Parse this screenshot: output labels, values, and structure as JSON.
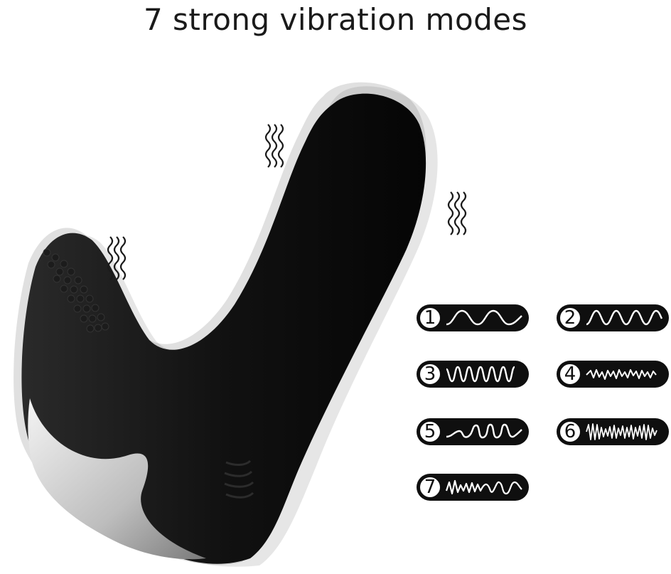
{
  "title": "7 strong vibration modes",
  "modes": [
    {
      "number": "1",
      "wave": "slow-sine-icon"
    },
    {
      "number": "2",
      "wave": "medium-sine-icon"
    },
    {
      "number": "3",
      "wave": "fast-sine-icon"
    },
    {
      "number": "4",
      "wave": "tremor-wave-icon"
    },
    {
      "number": "5",
      "wave": "surge-wave-icon"
    },
    {
      "number": "6",
      "wave": "dense-pulse-icon"
    },
    {
      "number": "7",
      "wave": "mixed-pulse-icon"
    }
  ],
  "colors": {
    "device": "#0f0f0f",
    "accent_base": "#d9d9d9",
    "pill": "#0f0f0f"
  }
}
